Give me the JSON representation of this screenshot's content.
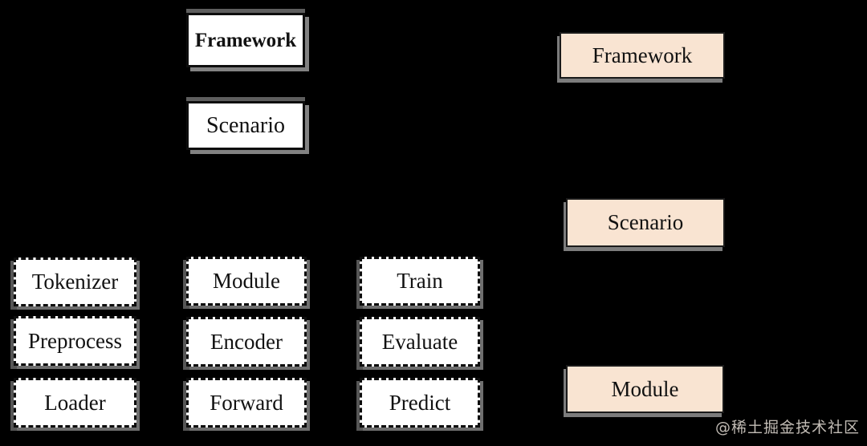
{
  "stage": {
    "background": "#000000"
  },
  "left_diagram": {
    "framework_label": "Framework",
    "scenario_label": "Scenario",
    "grid": [
      {
        "name": "data-column",
        "items": [
          "Tokenizer",
          "Preprocess",
          "Loader"
        ]
      },
      {
        "name": "model-column",
        "items": [
          "Module",
          "Encoder",
          "Forward"
        ]
      },
      {
        "name": "task-column",
        "items": [
          "Train",
          "Evaluate",
          "Predict"
        ]
      }
    ]
  },
  "right_diagram": {
    "items": [
      "Framework",
      "Scenario",
      "Module"
    ]
  },
  "watermark": "@稀土掘金技术社区",
  "colors": {
    "background": "#000000",
    "box_fill_white": "#ffffff",
    "box_fill_peach": "#f9e4d2",
    "box_border": "#0d0d0d",
    "shadow_gray": "#828282",
    "text": "#111111",
    "watermark_text": "#d8d1c9"
  }
}
